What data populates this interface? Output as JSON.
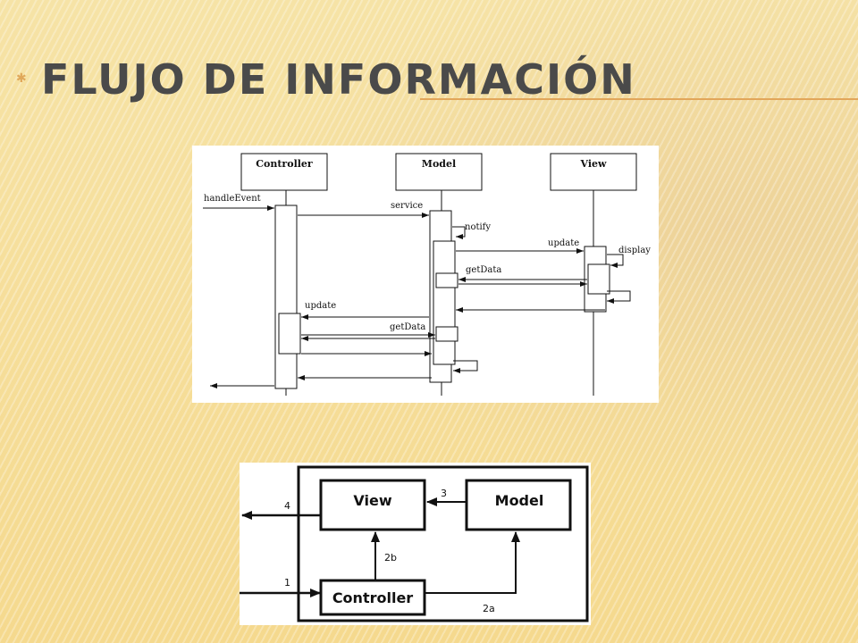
{
  "slide": {
    "title": "FLUJO DE INFORMACIÓN",
    "background_color": "#f7dd95",
    "title_color": "#4a4a4a",
    "accent_color": "#e2a65a"
  },
  "sequence_diagram": {
    "lifelines": [
      "Controller",
      "Model",
      "View"
    ],
    "messages": {
      "handle_event": "handleEvent",
      "service": "service",
      "notify": "notify",
      "update_view": "update",
      "display": "display",
      "get_data_view": "getData",
      "update_controller": "update",
      "get_data_controller": "getData"
    }
  },
  "mvc_diagram": {
    "boxes": {
      "view": "View",
      "model": "Model",
      "controller": "Controller"
    },
    "flows": {
      "f1": "1",
      "f2a": "2a",
      "f2b": "2b",
      "f3": "3",
      "f4": "4"
    }
  }
}
